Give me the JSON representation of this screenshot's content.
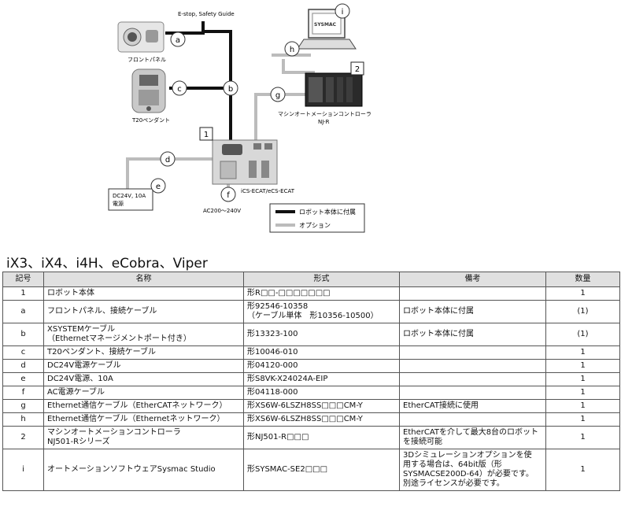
{
  "diagram": {
    "labels": {
      "estop": "E-stop, Safety Guide",
      "front_panel": "フロントパネル",
      "pendant": "T20ペンダント",
      "controller": "マシンオートメーションコントローラ",
      "controller_model": "NJ-R",
      "ics": "iCS-ECAT/eCS-ECAT",
      "dc": "DC24V, 10A",
      "dc2": "電源",
      "ac": "AC200～240V",
      "pc_screen": "SYSMAC"
    },
    "markers": [
      "a",
      "b",
      "c",
      "d",
      "e",
      "f",
      "g",
      "h",
      "i"
    ],
    "boxes": [
      "1",
      "2"
    ],
    "legend": {
      "solid": "ロボット本体に付属",
      "option": "オプション"
    },
    "colors": {
      "solid_line": "#111111",
      "option_line": "#bbbbbb"
    }
  },
  "heading": "iX3、iX4、i4H、eCobra、Viper",
  "table": {
    "headers": [
      "記号",
      "名称",
      "形式",
      "備考",
      "数量"
    ],
    "rows": [
      {
        "symbol": "1",
        "name": "ロボット本体",
        "model": "形R□□-□□□□□□□",
        "note": "",
        "qty": "1"
      },
      {
        "symbol": "a",
        "name": "フロントパネル、接続ケーブル",
        "model": "形92546-10358\n（ケーブル単体　形10356-10500）",
        "note": "ロボット本体に付属",
        "qty": "(1)"
      },
      {
        "symbol": "b",
        "name": "XSYSTEMケーブル\n（Ethernetマネージメントポート付き）",
        "model": "形13323-100",
        "note": "ロボット本体に付属",
        "qty": "(1)"
      },
      {
        "symbol": "c",
        "name": "T20ペンダント、接続ケーブル",
        "model": "形10046-010",
        "note": "",
        "qty": "1"
      },
      {
        "symbol": "d",
        "name": "DC24V電源ケーブル",
        "model": "形04120-000",
        "note": "",
        "qty": "1"
      },
      {
        "symbol": "e",
        "name": "DC24V電源、10A",
        "model": "形S8VK-X24024A-EIP",
        "note": "",
        "qty": "1"
      },
      {
        "symbol": "f",
        "name": "AC電源ケーブル",
        "model": "形04118-000",
        "note": "",
        "qty": "1"
      },
      {
        "symbol": "g",
        "name": "Ethernet通信ケーブル（EtherCATネットワーク）",
        "model": "形XS6W-6LSZH8SS□□□CM-Y",
        "note": "EtherCAT接続に使用",
        "qty": "1"
      },
      {
        "symbol": "h",
        "name": "Ethernet通信ケーブル（Ethernetネットワーク）",
        "model": "形XS6W-6LSZH8SS□□□CM-Y",
        "note": "",
        "qty": "1"
      },
      {
        "symbol": "2",
        "name": "マシンオートメーションコントローラ\nNJ501-Rシリーズ",
        "model": "形NJ501-R□□□",
        "note": "EtherCATを介して最大8台のロボット\nを接続可能",
        "qty": "1"
      },
      {
        "symbol": "i",
        "name": "オートメーションソフトウェアSysmac Studio",
        "model": "形SYSMAC-SE2□□□",
        "note": "3Dシミュレーションオプションを使\n用する場合は、64bit版（形\nSYSMACSE200D-64）が必要です。\n別途ライセンスが必要です。",
        "qty": "1"
      }
    ]
  }
}
